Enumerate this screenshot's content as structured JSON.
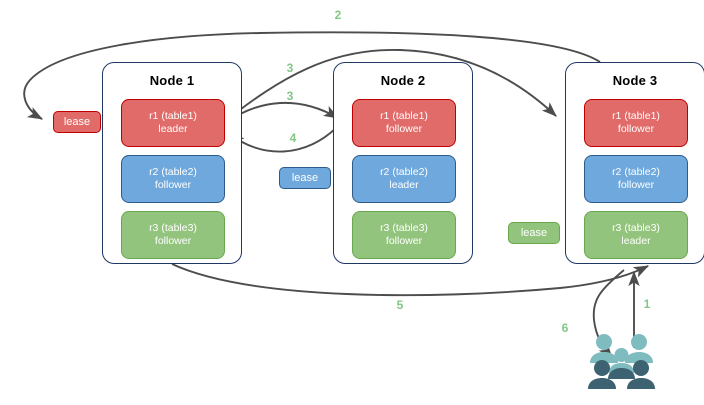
{
  "diagram": {
    "title": "distributed-sql-lease-and-replica-routing",
    "colors": {
      "replica_red_fill": "#E06B69",
      "replica_red_border": "#C00000",
      "replica_blue_fill": "#6FA8DC",
      "replica_blue_border": "#2E5C8A",
      "replica_green_fill": "#93C47D",
      "replica_green_border": "#6AA84F",
      "node_border": "#1F3864",
      "arrow": "#4D4D4D",
      "step_label": "#82C785",
      "users_light": "#7FBCC0",
      "users_dark": "#3D6372",
      "background": "#FFFFFF"
    }
  },
  "nodes": [
    {
      "id": "node1",
      "title": "Node 1",
      "replicas": [
        {
          "name": "r1 (table1)",
          "role": "leader",
          "color": "red"
        },
        {
          "name": "r2 (table2)",
          "role": "follower",
          "color": "blue"
        },
        {
          "name": "r3 (table3)",
          "role": "follower",
          "color": "green"
        }
      ]
    },
    {
      "id": "node2",
      "title": "Node 2",
      "replicas": [
        {
          "name": "r1 (table1)",
          "role": "follower",
          "color": "red"
        },
        {
          "name": "r2 (table2)",
          "role": "leader",
          "color": "blue"
        },
        {
          "name": "r3 (table3)",
          "role": "follower",
          "color": "green"
        }
      ]
    },
    {
      "id": "node3",
      "title": "Node 3",
      "replicas": [
        {
          "name": "r1 (table1)",
          "role": "follower",
          "color": "red"
        },
        {
          "name": "r2 (table2)",
          "role": "follower",
          "color": "blue"
        },
        {
          "name": "r3 (table3)",
          "role": "leader",
          "color": "green"
        }
      ]
    }
  ],
  "leases": [
    {
      "id": "lease-red",
      "label": "lease",
      "color": "red"
    },
    {
      "id": "lease-blue",
      "label": "lease",
      "color": "blue"
    },
    {
      "id": "lease-green",
      "label": "lease",
      "color": "green"
    }
  ],
  "steps": [
    {
      "id": "step-1",
      "label": "1"
    },
    {
      "id": "step-2",
      "label": "2"
    },
    {
      "id": "step-3a",
      "label": "3"
    },
    {
      "id": "step-3b",
      "label": "3"
    },
    {
      "id": "step-4",
      "label": "4"
    },
    {
      "id": "step-5",
      "label": "5"
    },
    {
      "id": "step-6",
      "label": "6"
    }
  ],
  "actors": {
    "users_label": "users-group-icon"
  }
}
